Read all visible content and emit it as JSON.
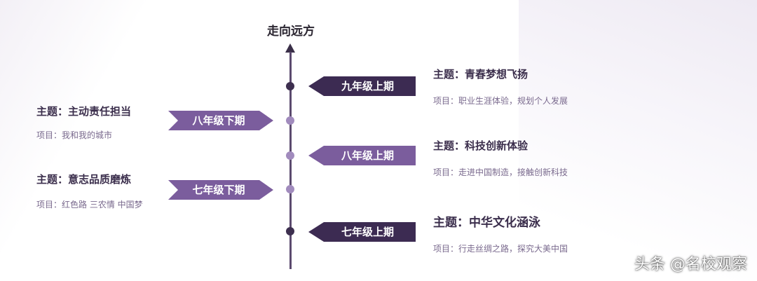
{
  "title": "走向远方",
  "stages": [
    {
      "id": "g9-1",
      "label": "九年级上期",
      "theme": "主题：青春梦想飞扬",
      "project": "项目：职业生涯体验，规划个人发展"
    },
    {
      "id": "g8-2",
      "label": "八年级下期",
      "theme": "主题：主动责任担当",
      "project": "项目：我和我的城市"
    },
    {
      "id": "g8-1",
      "label": "八年级上期",
      "theme": "主题：科技创新体验",
      "project": "项目：走进中国制造，接触创新科技"
    },
    {
      "id": "g7-2",
      "label": "七年级下期",
      "theme": "主题：意志品质磨炼",
      "project": "项目：红色路 三农情 中国梦"
    },
    {
      "id": "g7-1",
      "label": "七年级上期",
      "theme": "主题：中华文化涵泳",
      "project": "项目：行走丝绸之路，探究大美中国"
    }
  ],
  "watermark": "头条 @名校观察",
  "colors": {
    "dark_purple": "#3c2b52",
    "mid_purple": "#7b5d9d",
    "axis": "#5b4a6e"
  }
}
